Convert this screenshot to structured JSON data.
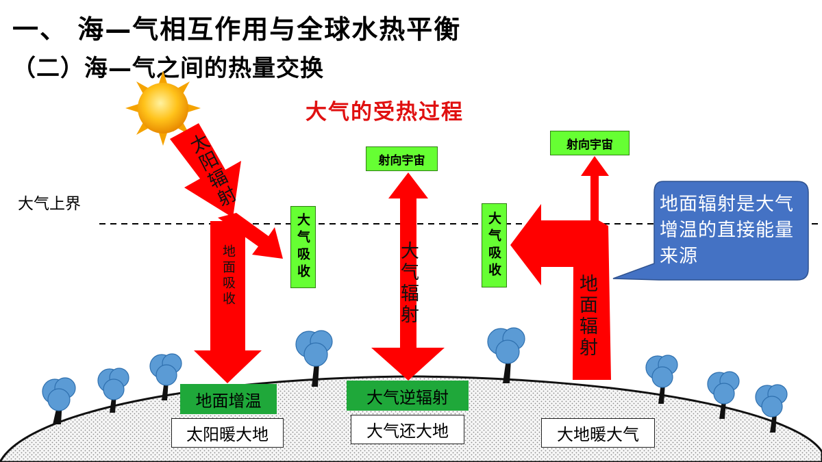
{
  "header": {
    "title": "一、 海—气相互作用与全球水热平衡",
    "subtitle": "（二）海—气之间的热量交换"
  },
  "diagram": {
    "title": "大气的受热过程",
    "boundary_label": "大气上界",
    "arrows": {
      "solar_radiation": "太阳辐射",
      "ground_absorb": "地面吸收",
      "atm_radiation": "大气辐射",
      "ground_radiation": "地面辐射"
    },
    "boxes": {
      "atm_absorb_1": "大气吸收",
      "atm_absorb_2": "大气吸收",
      "to_space_1": "射向宇宙",
      "to_space_2": "射向宇宙",
      "ground_warm": "地面增温",
      "counter_radiation": "大气逆辐射"
    },
    "summaries": {
      "s1": "太阳暖大地",
      "s2": "大气还大地",
      "s3": "大地暖大气"
    },
    "callout": "地面辐射是大气增温的直接能量来源"
  },
  "colors": {
    "arrow_red": "#ff0000",
    "title_red": "#e01010",
    "green_box": "#66ff33",
    "dark_green_box": "#1fa83a",
    "callout_blue": "#4472c4",
    "tree_blue": "#5b9bd5"
  }
}
